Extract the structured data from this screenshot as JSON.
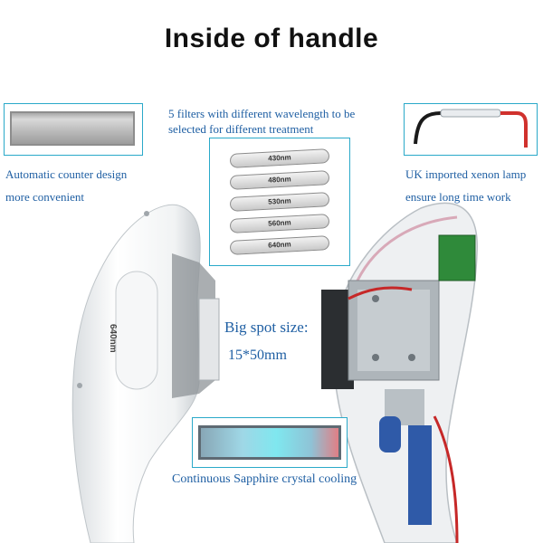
{
  "title": "Inside of handle",
  "captions": {
    "counter_line1": "Automatic counter design",
    "counter_line2": "more convenient",
    "filters_line1": "5 filters with different wavelength to be",
    "filters_line2": "selected for different treatment",
    "lamp_line1": "UK imported xenon lamp",
    "lamp_line2": "ensure long time work",
    "spot_line1": "Big spot size:",
    "spot_line2": "15*50mm",
    "cooling": "Continuous Sapphire crystal cooling"
  },
  "filters": [
    "430nm",
    "480nm",
    "530nm",
    "560nm",
    "640nm"
  ],
  "handle_label": "640nm",
  "colors": {
    "caption": "#1f5fa3",
    "frame": "#2aa9c9",
    "title": "#111111"
  }
}
